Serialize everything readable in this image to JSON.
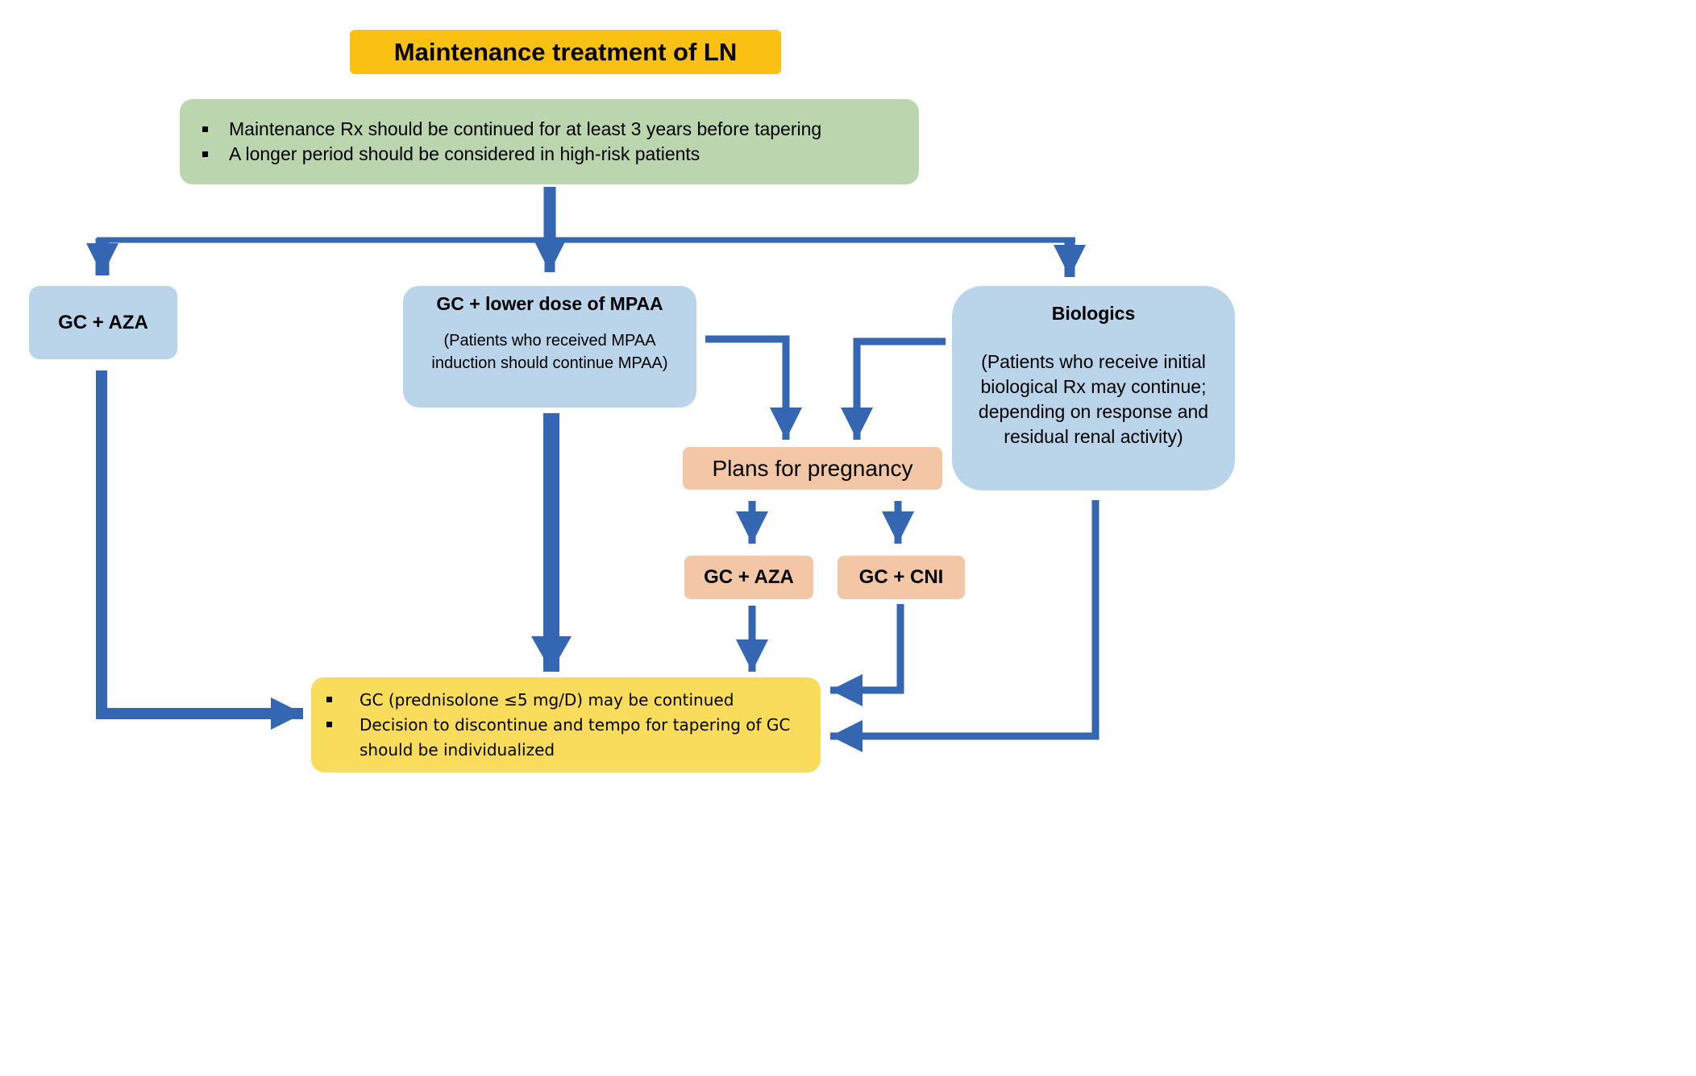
{
  "title": "Maintenance treatment of LN",
  "general_recommendations": [
    "Maintenance Rx should be continued for at least 3 years before tapering",
    "A longer period should be considered in high-risk patients"
  ],
  "options": {
    "aza": {
      "label": "GC + AZA"
    },
    "mpaa": {
      "label": "GC + lower dose of MPAA",
      "note": "(Patients who received MPAA induction should continue MPAA)"
    },
    "biologics": {
      "label": "Biologics",
      "note": "(Patients who receive initial biological Rx may continue; depending on response and residual renal activity)"
    }
  },
  "pregnancy": {
    "label": "Plans for pregnancy",
    "options": [
      "GC + AZA",
      "GC + CNI"
    ]
  },
  "outcome": [
    "GC (prednisolone ≤5 mg/D) may be continued",
    "Decision to discontinue and tempo for tapering of GC should be individualized"
  ],
  "colors": {
    "arrow": "#3566B1",
    "title_bg": "#FAC012",
    "info_bg": "#BBD6AE",
    "option_bg": "#BAD4EA",
    "pregnancy_bg": "#F3C7A6",
    "outcome_bg": "#F9DC5C"
  }
}
